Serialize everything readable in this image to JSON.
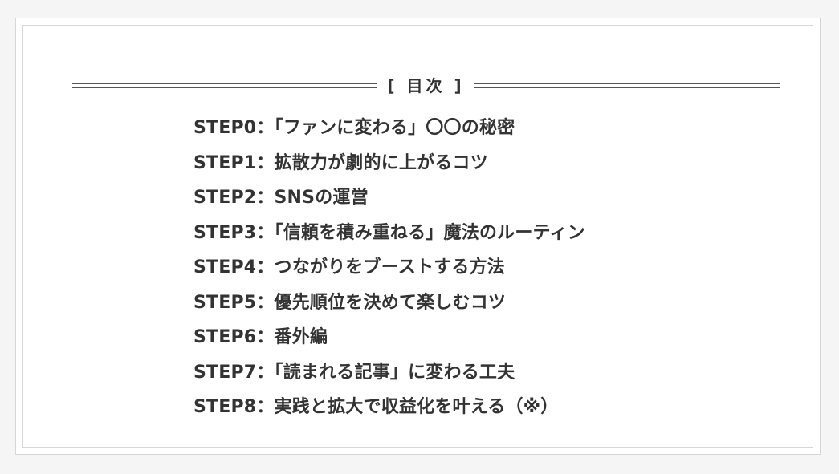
{
  "toc": {
    "title": "[ 目次 ]",
    "items": [
      "STEP0：「ファンに変わる」〇〇の秘密",
      "STEP1：拡散力が劇的に上がるコツ",
      "STEP2：SNSの運営",
      "STEP3：「信頼を積み重ねる」魔法のルーティン",
      "STEP4：つながりをブーストする方法",
      "STEP5：優先順位を決めて楽しむコツ",
      "STEP6：番外編",
      "STEP7：「読まれる記事」に変わる工夫",
      "STEP8：実践と拡大で収益化を叶える（※）"
    ]
  },
  "colors": {
    "background": "#f5f5f5",
    "panel": "#ffffff",
    "border": "#d6d6d6",
    "rule": "#555555",
    "text": "#333333"
  }
}
